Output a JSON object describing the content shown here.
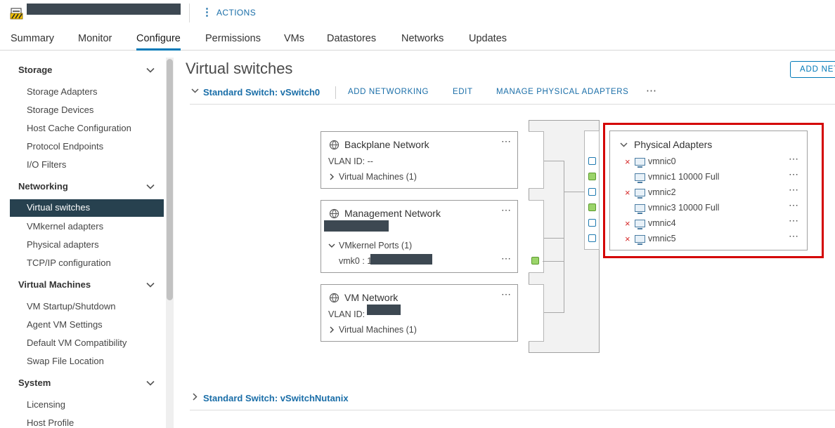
{
  "header": {
    "actions_label": "ACTIONS"
  },
  "tabs": [
    {
      "label": "Summary"
    },
    {
      "label": "Monitor"
    },
    {
      "label": "Configure",
      "active": true
    },
    {
      "label": "Permissions"
    },
    {
      "label": "VMs"
    },
    {
      "label": "Datastores"
    },
    {
      "label": "Networks"
    },
    {
      "label": "Updates"
    }
  ],
  "sidebar": {
    "sections": [
      {
        "title": "Storage",
        "items": [
          "Storage Adapters",
          "Storage Devices",
          "Host Cache Configuration",
          "Protocol Endpoints",
          "I/O Filters"
        ]
      },
      {
        "title": "Networking",
        "items": [
          "Virtual switches",
          "VMkernel adapters",
          "Physical adapters",
          "TCP/IP configuration"
        ],
        "active_item": "Virtual switches"
      },
      {
        "title": "Virtual Machines",
        "items": [
          "VM Startup/Shutdown",
          "Agent VM Settings",
          "Default VM Compatibility",
          "Swap File Location"
        ]
      },
      {
        "title": "System",
        "items": [
          "Licensing",
          "Host Profile"
        ]
      }
    ]
  },
  "main": {
    "title": "Virtual switches",
    "add_button": "ADD NETWORKING...",
    "switch1": {
      "title": "Standard Switch: vSwitch0",
      "actions": [
        "ADD NETWORKING",
        "EDIT",
        "MANAGE PHYSICAL ADAPTERS"
      ],
      "more": "⋯"
    },
    "switch2": {
      "title": "Standard Switch: vSwitchNutanix"
    },
    "port_groups": [
      {
        "title": "Backplane Network",
        "line1": "VLAN ID: --",
        "expander": "Virtual Machines (1)"
      },
      {
        "title": "Management Network",
        "expander": "VMkernel Ports (1)",
        "vmk": "vmk0 : 1"
      },
      {
        "title": "VM Network",
        "line1": "VLAN ID:",
        "expander": "Virtual Machines (1)"
      }
    ],
    "physical_adapters": {
      "title": "Physical Adapters",
      "adapters": [
        {
          "name": "vmnic0",
          "down": true
        },
        {
          "name": "vmnic1 10000 Full",
          "down": false
        },
        {
          "name": "vmnic2",
          "down": true
        },
        {
          "name": "vmnic3 10000 Full",
          "down": false
        },
        {
          "name": "vmnic4",
          "down": true
        },
        {
          "name": "vmnic5",
          "down": true
        }
      ]
    },
    "icons": {
      "down_marker": "×",
      "more": "⋯"
    },
    "colors": {
      "accent": "#0079b8",
      "link": "#1a6ea8",
      "highlight_frame": "#d40000",
      "active_sidebar": "#27414f",
      "port_connected": "#9bd46a"
    }
  }
}
